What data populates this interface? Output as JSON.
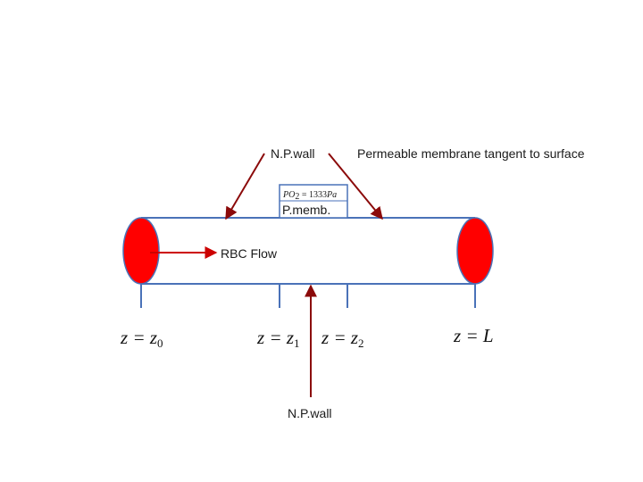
{
  "labels": {
    "np_wall_top": "N.P.wall",
    "np_wall_bottom": "N.P.wall",
    "permeable_membrane": "Permeable membrane tangent to surface",
    "rbc_flow": "RBC Flow",
    "p_memb": "P.memb."
  },
  "po2_box": {
    "symbol": "PO",
    "subscript": "2",
    "equals": " = 1333",
    "unit": "Pa"
  },
  "positions": {
    "z0": {
      "var": "z",
      "eq": " = ",
      "sym": "z",
      "sub": "0"
    },
    "z1": {
      "var": "z",
      "eq": " = ",
      "sym": "z",
      "sub": "1"
    },
    "z2": {
      "var": "z",
      "eq": " = ",
      "sym": "z",
      "sub": "2"
    },
    "zL": {
      "var": "z",
      "eq": " = ",
      "sym": "L"
    }
  },
  "colors": {
    "tube_line": "#4a72b8",
    "rbc_fill": "#ff0000",
    "arrow_dark": "#8b0a0a",
    "arrow_bright": "#cc0000",
    "tick": "#4a72b8"
  }
}
